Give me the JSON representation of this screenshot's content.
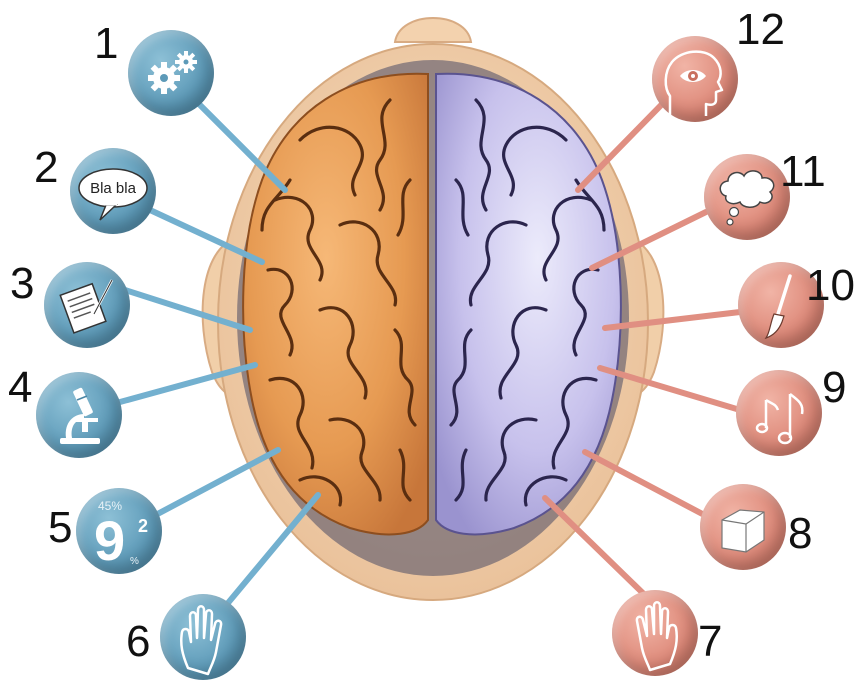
{
  "bubble_label_2": "Bla bla",
  "bubble_label_5": {
    "main": "9",
    "sup": "2",
    "pct1": "45%",
    "pct2": "%"
  },
  "numbers": [
    "1",
    "2",
    "3",
    "4",
    "5",
    "6",
    "7",
    "8",
    "9",
    "10",
    "11",
    "12"
  ],
  "colors": {
    "left_hemisphere": "#e59a52",
    "right_hemisphere": "#c9c3ee",
    "left_connector": "#73b0cf",
    "right_connector": "#e08f82",
    "head": "#f4d3b0"
  },
  "left_icons": [
    "gears-icon",
    "speech-bubble-icon",
    "document-pen-icon",
    "microscope-icon",
    "numbers-icon",
    "hand-icon"
  ],
  "right_icons": [
    "hand-icon",
    "cube-icon",
    "music-notes-icon",
    "paintbrush-icon",
    "thought-cloud-icon",
    "eye-head-icon"
  ]
}
